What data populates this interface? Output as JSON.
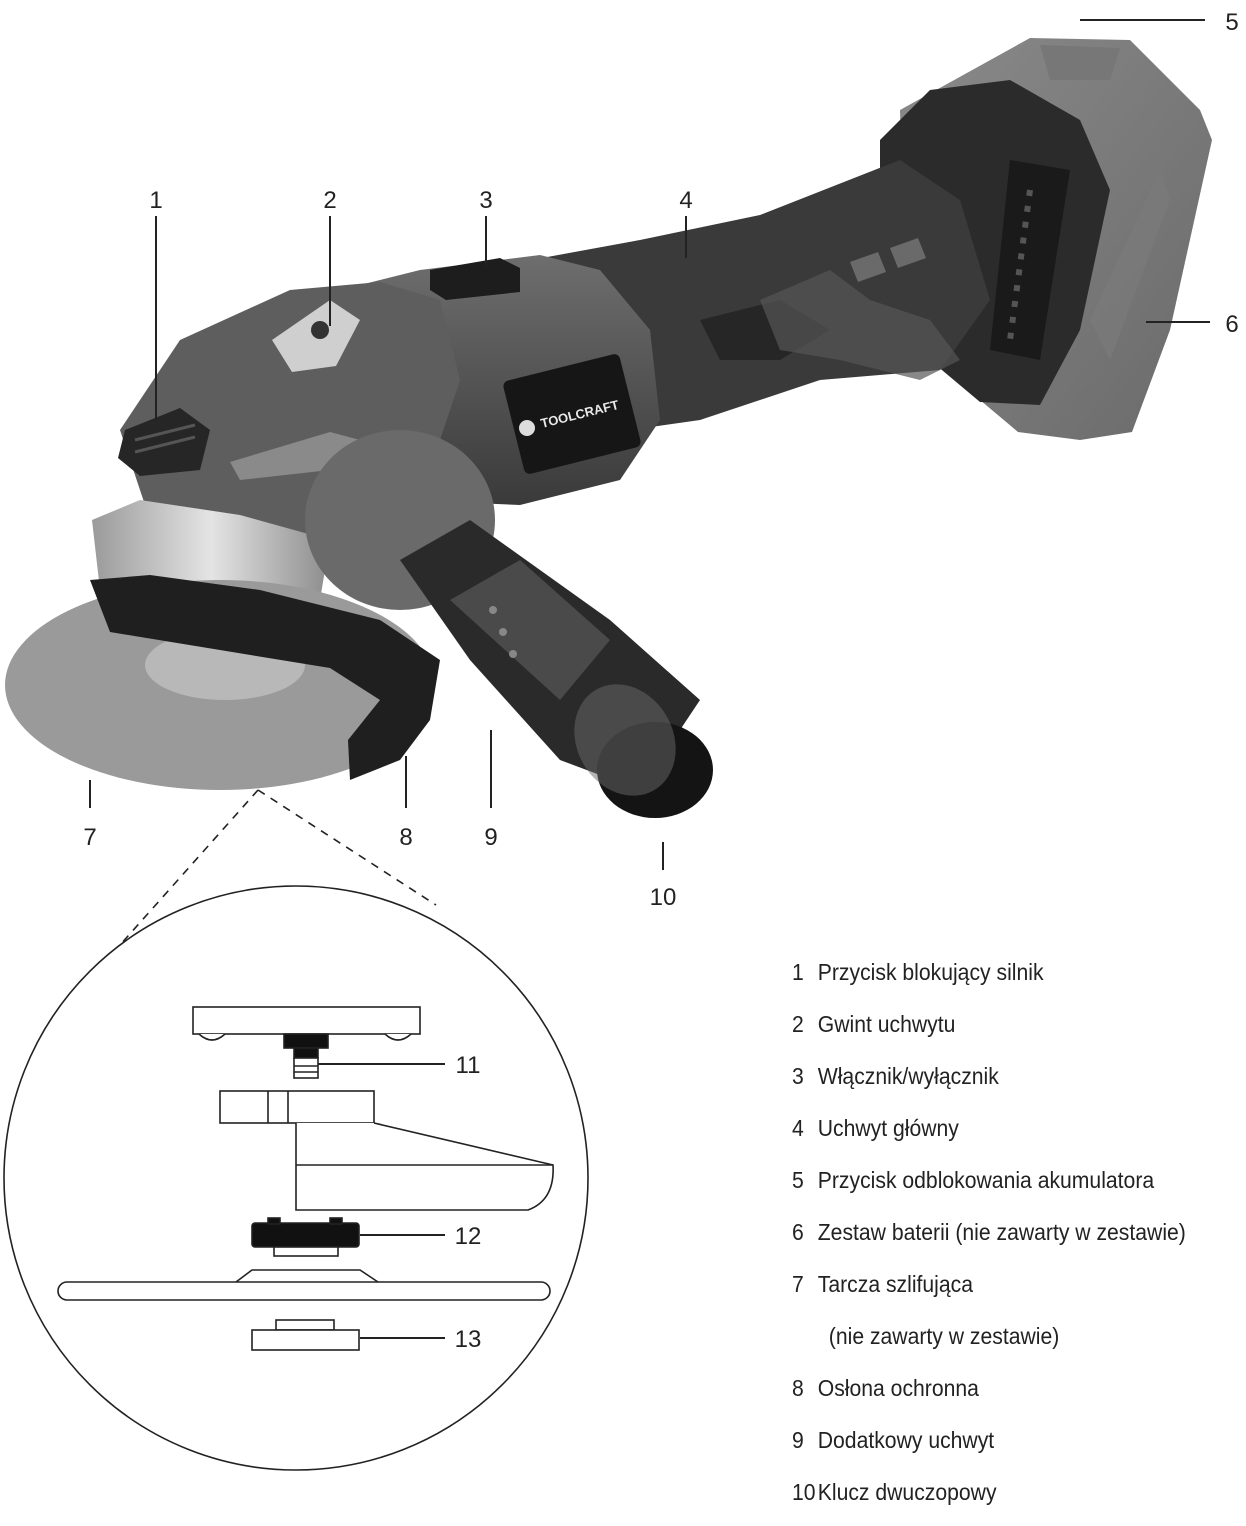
{
  "brand": "TOOLCRAFT",
  "callouts": [
    "1",
    "2",
    "3",
    "4",
    "5",
    "6",
    "7",
    "8",
    "9",
    "10",
    "11",
    "12",
    "13"
  ],
  "legend": [
    {
      "num": "1",
      "text": "Przycisk blokujący silnik"
    },
    {
      "num": "2",
      "text": "Gwint uchwytu"
    },
    {
      "num": "3",
      "text": "Włącznik/wyłącznik"
    },
    {
      "num": "4",
      "text": "Uchwyt główny"
    },
    {
      "num": "5",
      "text": "Przycisk odblokowania akumulatora"
    },
    {
      "num": "6",
      "text": "Zestaw baterii (nie zawarty w zestawie)"
    },
    {
      "num": "7",
      "text": "Tarcza szlifująca"
    },
    {
      "num": "",
      "text": "(nie zawarty w zestawie)"
    },
    {
      "num": "8",
      "text": "Osłona ochronna"
    },
    {
      "num": "9",
      "text": "Dodatkowy uchwyt"
    },
    {
      "num": "10",
      "text": "Klucz dwuczopowy"
    }
  ]
}
